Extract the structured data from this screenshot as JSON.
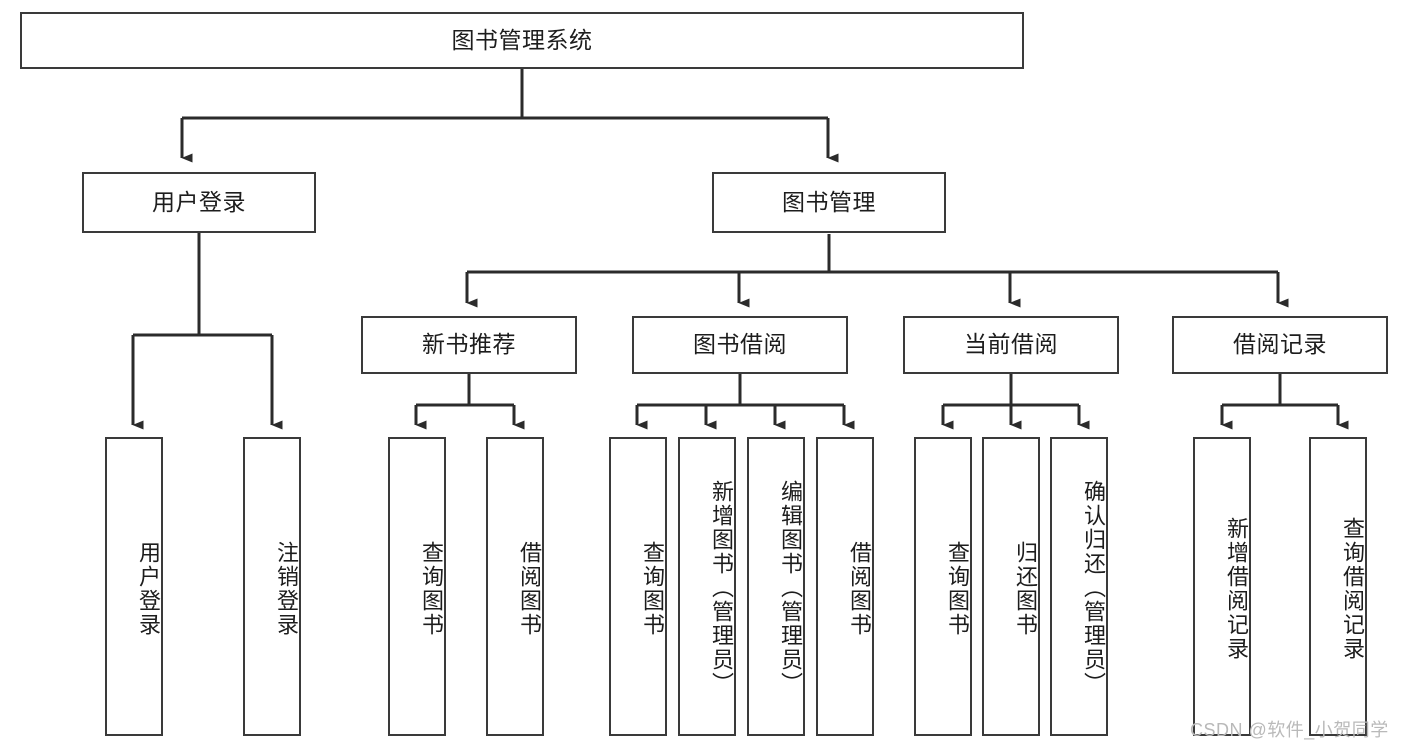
{
  "diagram": {
    "type": "tree-hierarchy-functional-decomposition",
    "root": {
      "label": "图书管理系统"
    },
    "level2": [
      {
        "label": "用户登录"
      },
      {
        "label": "图书管理"
      }
    ],
    "level3": [
      {
        "label": "新书推荐"
      },
      {
        "label": "图书借阅"
      },
      {
        "label": "当前借阅"
      },
      {
        "label": "借阅记录"
      }
    ],
    "leaves": {
      "user_login": [
        {
          "label": "用户登录"
        },
        {
          "label": "注销登录"
        }
      ],
      "new_book_recommend": [
        {
          "label": "查询图书"
        },
        {
          "label": "借阅图书"
        }
      ],
      "book_borrow": [
        {
          "label": "查询图书"
        },
        {
          "label": "新增图书（管理员）"
        },
        {
          "label": "编辑图书（管理员）"
        },
        {
          "label": "借阅图书"
        }
      ],
      "current_borrow": [
        {
          "label": "查询图书"
        },
        {
          "label": "归还图书"
        },
        {
          "label": "确认归还（管理员）"
        }
      ],
      "borrow_record": [
        {
          "label": "新增借阅记录"
        },
        {
          "label": "查询借阅记录"
        }
      ]
    }
  },
  "watermark": {
    "text": "CSDN @软件_小贺同学"
  },
  "colors": {
    "border": "#3a3a3a",
    "text": "#1d1d1d",
    "background": "#ffffff",
    "watermark": "#b9b9b9"
  }
}
